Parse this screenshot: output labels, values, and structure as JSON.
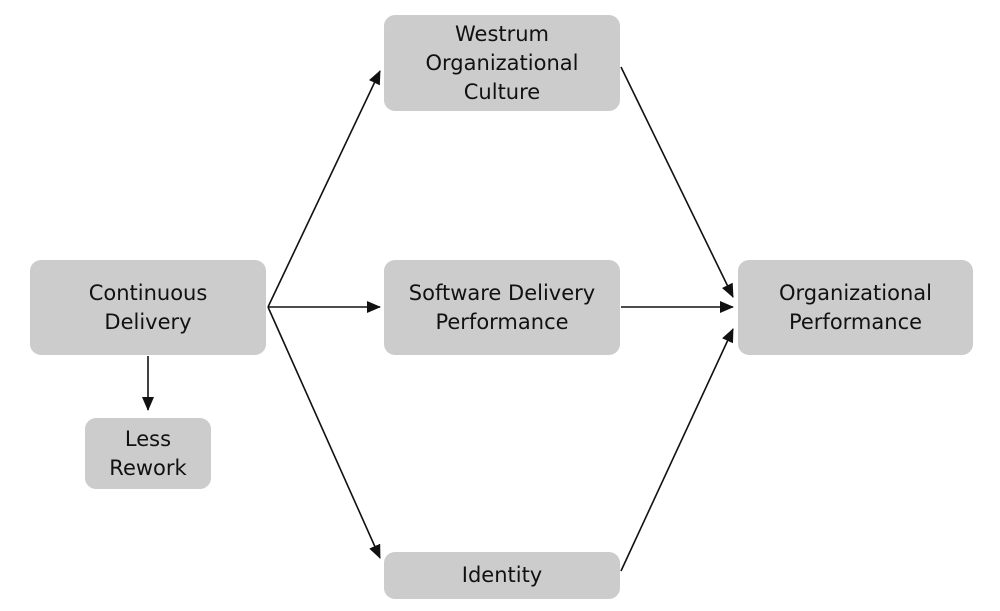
{
  "diagram": {
    "nodes": {
      "continuous_delivery": "Continuous\nDelivery",
      "less_rework": "Less\nRework",
      "westrum_culture": "Westrum\nOrganizational\nCulture",
      "software_delivery_performance": "Software Delivery\nPerformance",
      "identity": "Identity",
      "organizational_performance": "Organizational\nPerformance"
    },
    "edges": [
      {
        "from": "continuous_delivery",
        "to": "less_rework"
      },
      {
        "from": "continuous_delivery",
        "to": "westrum_culture"
      },
      {
        "from": "continuous_delivery",
        "to": "software_delivery_performance"
      },
      {
        "from": "continuous_delivery",
        "to": "identity"
      },
      {
        "from": "westrum_culture",
        "to": "organizational_performance"
      },
      {
        "from": "software_delivery_performance",
        "to": "organizational_performance"
      },
      {
        "from": "identity",
        "to": "organizational_performance"
      }
    ],
    "colors": {
      "node_fill": "#cccccc",
      "edge": "#111111",
      "text": "#111111"
    }
  }
}
